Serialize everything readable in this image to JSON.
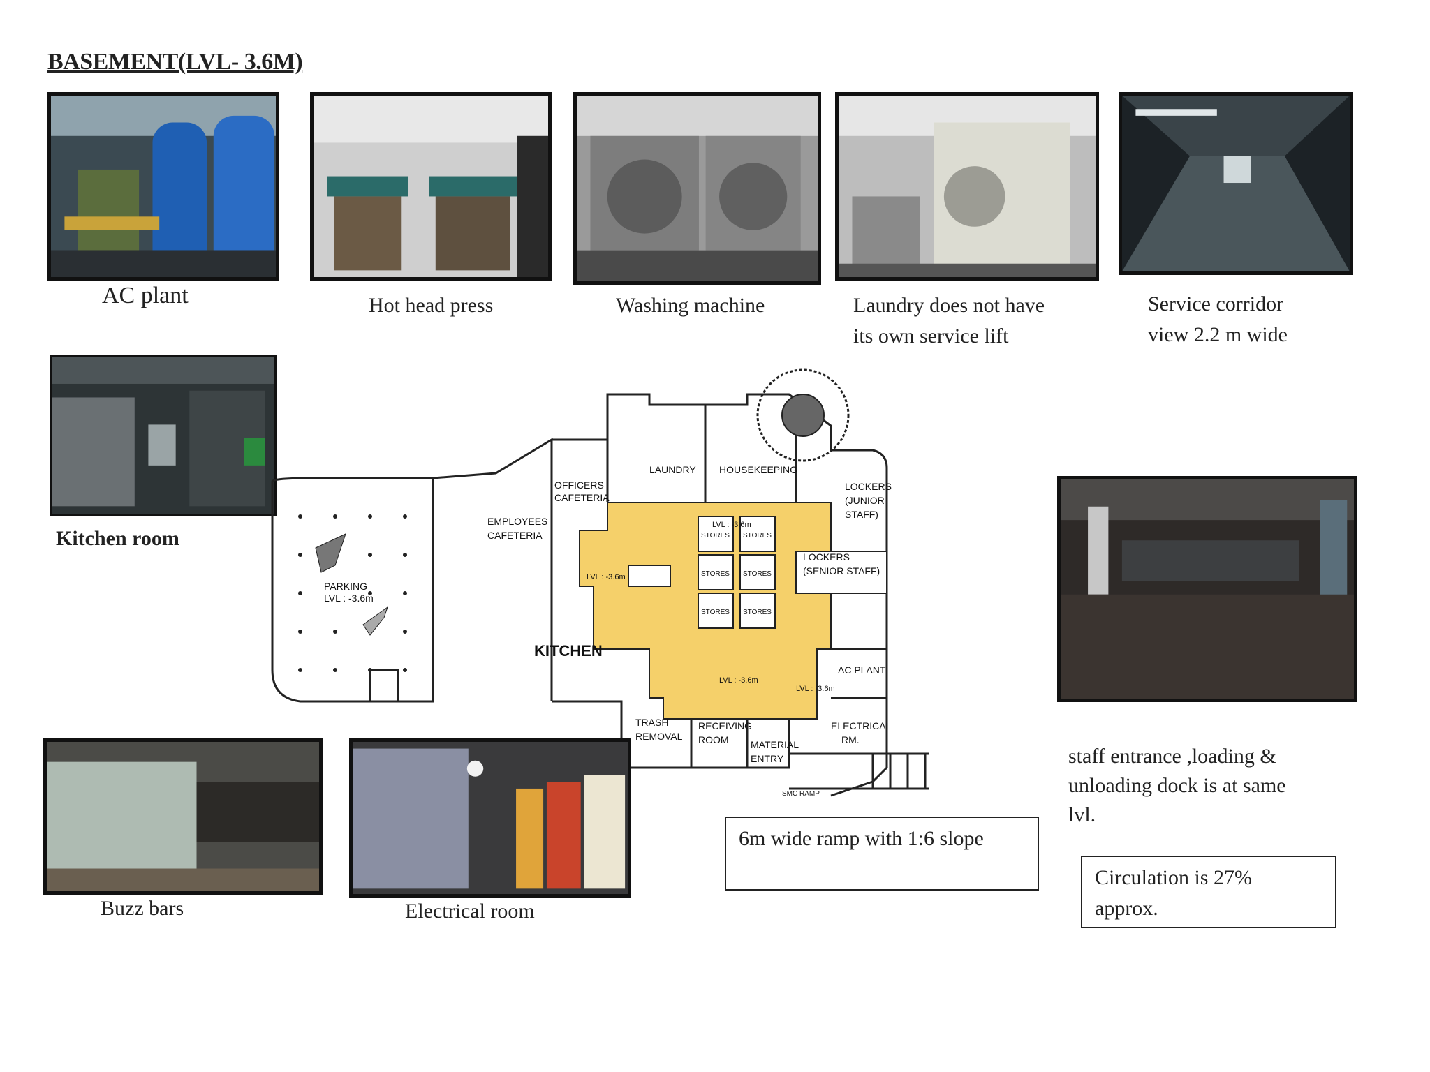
{
  "title": "BASEMENT(LVL- 3.6M)",
  "photos": {
    "ac_plant": {
      "caption": "AC plant"
    },
    "hot_head_press": {
      "caption": "Hot head press"
    },
    "washing_machine": {
      "caption": "Washing  machine"
    },
    "laundry": {
      "caption_line1": "Laundry  does  not  have",
      "caption_line2": "its  own  service  lift"
    },
    "service_corridor": {
      "caption_line1": "Service  corridor",
      "caption_line2": "view  2.2  m  wide"
    },
    "kitchen_room": {
      "caption": "Kitchen  room"
    },
    "buzz_bars": {
      "caption": "Buzz  bars"
    },
    "electrical_room": {
      "caption": "Electrical   room"
    },
    "staff_entrance": {
      "caption_line1": "staff  entrance  ,loading   &",
      "caption_line2": "unloading  dock is at same",
      "caption_line3": "lvl."
    }
  },
  "notes": {
    "ramp": "6m  wide  ramp  with  1:6  slope",
    "circulation_line1": "Circulation   is  27%",
    "circulation_line2": "approx."
  },
  "plan_labels": {
    "laundry": "LAUNDRY",
    "housekeeping": "HOUSEKEEPING",
    "officers_cafeteria_1": "OFFICERS",
    "officers_cafeteria_2": "CAFETERIA",
    "employees_cafeteria_1": "EMPLOYEES",
    "employees_cafeteria_2": "CAFETERIA",
    "lockers_junior_1": "LOCKERS",
    "lockers_junior_2": "(JUNIOR",
    "lockers_junior_3": "STAFF)",
    "lockers_senior_1": "LOCKERS",
    "lockers_senior_2": "(SENIOR STAFF)",
    "parking_1": "PARKING",
    "parking_2": "LVL : -3.6m",
    "kitchen": "KITCHEN",
    "ac_plant": "AC PLANT",
    "electrical_1": "ELECTRICAL",
    "electrical_2": "RM.",
    "trash_1": "TRASH",
    "trash_2": "REMOVAL",
    "receiving_1": "RECEIVING",
    "receiving_2": "ROOM",
    "material_1": "MATERIAL",
    "material_2": "ENTRY",
    "stores": "STORES",
    "lvl_a": "LVL : -3.6m",
    "lvl_b": "LVL : -3.6m",
    "lvl_c": "LVL : -3.6m",
    "lvl_d": "LVL : -3.6m",
    "ramp_small": "SMC RAMP"
  },
  "colors": {
    "circulation_fill": "#f5d06a",
    "plan_line": "#222222"
  }
}
